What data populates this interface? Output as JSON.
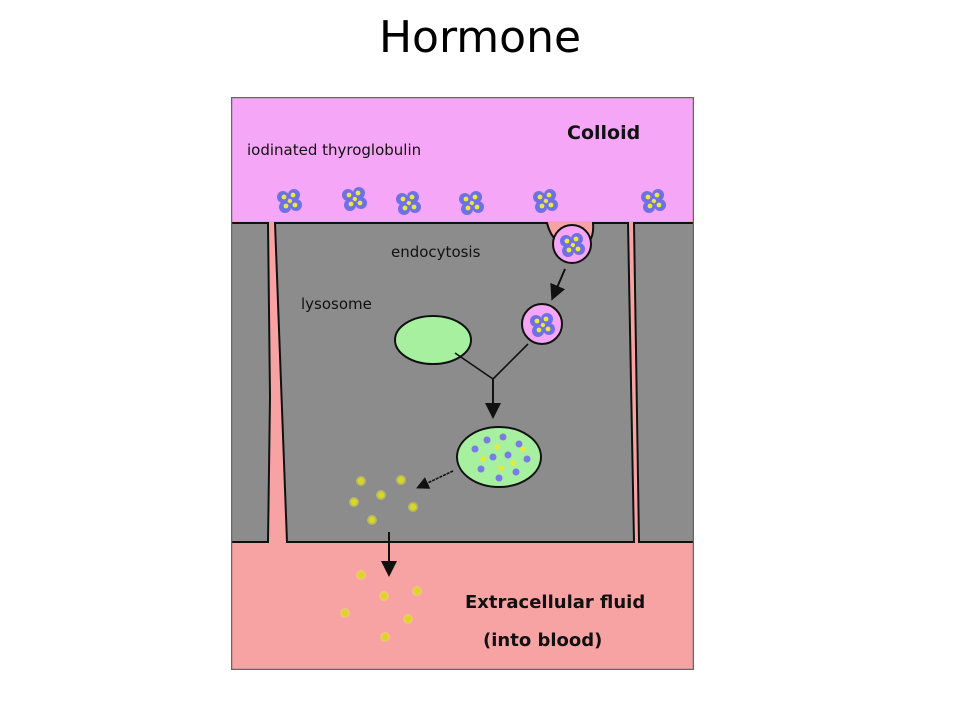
{
  "slide": {
    "title": "Hormone"
  },
  "diagram": {
    "labels": {
      "colloid": "Colloid",
      "iodinated_thyroglobulin": "iodinated thyroglobulin",
      "endocytosis": "endocytosis",
      "lysosome": "lysosome",
      "extracellular_fluid": "Extracellular fluid",
      "into_blood": "(into blood)"
    },
    "colors": {
      "colloid": "#f6a6f6",
      "cell": "#8c8c8c",
      "extracellular": "#f7a3a3",
      "lysosome": "#a6f0a0",
      "protein": "#7a7ae8",
      "hormone": "#e8e83c"
    },
    "icons": [
      "thyroglobulin-cluster",
      "vesicle",
      "lysosome",
      "phagolysosome",
      "hormone-dot",
      "arrow"
    ]
  }
}
